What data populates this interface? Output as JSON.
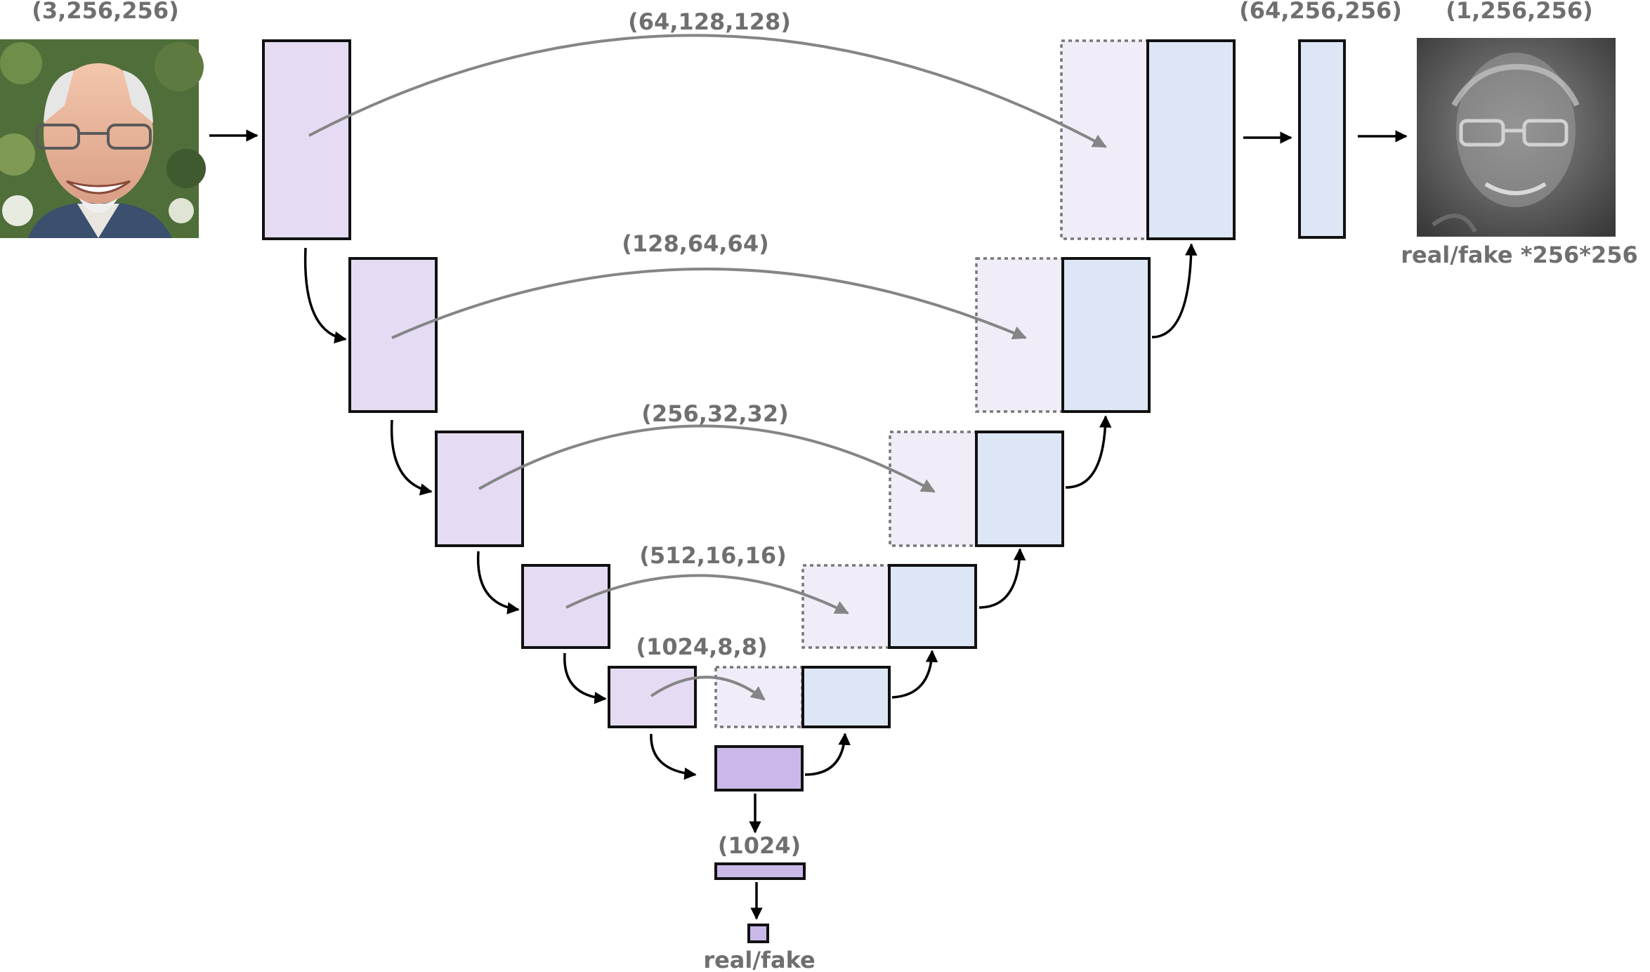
{
  "labels": {
    "input_shape": "(3,256,256)",
    "skip_1": "(64,128,128)",
    "skip_2": "(128,64,64)",
    "skip_3": "(256,32,32)",
    "skip_4": "(512,16,16)",
    "skip_5": "(1024,8,8)",
    "decoder_out_shape": "(64,256,256)",
    "output_shape": "(1,256,256)",
    "pixel_output": "real/fake *256*256",
    "bottleneck_vector": "(1024)",
    "global_output": "real/fake"
  },
  "images": {
    "input": "input-face-photo",
    "output": "output-face-map"
  },
  "colors": {
    "encoder": "#e5dcf3",
    "decoder": "#dde6f5",
    "skip_copy": "#f0ecf8",
    "bottleneck": "#cab8ea",
    "label": "#6f6f6f",
    "skip_arrow": "#858585"
  }
}
